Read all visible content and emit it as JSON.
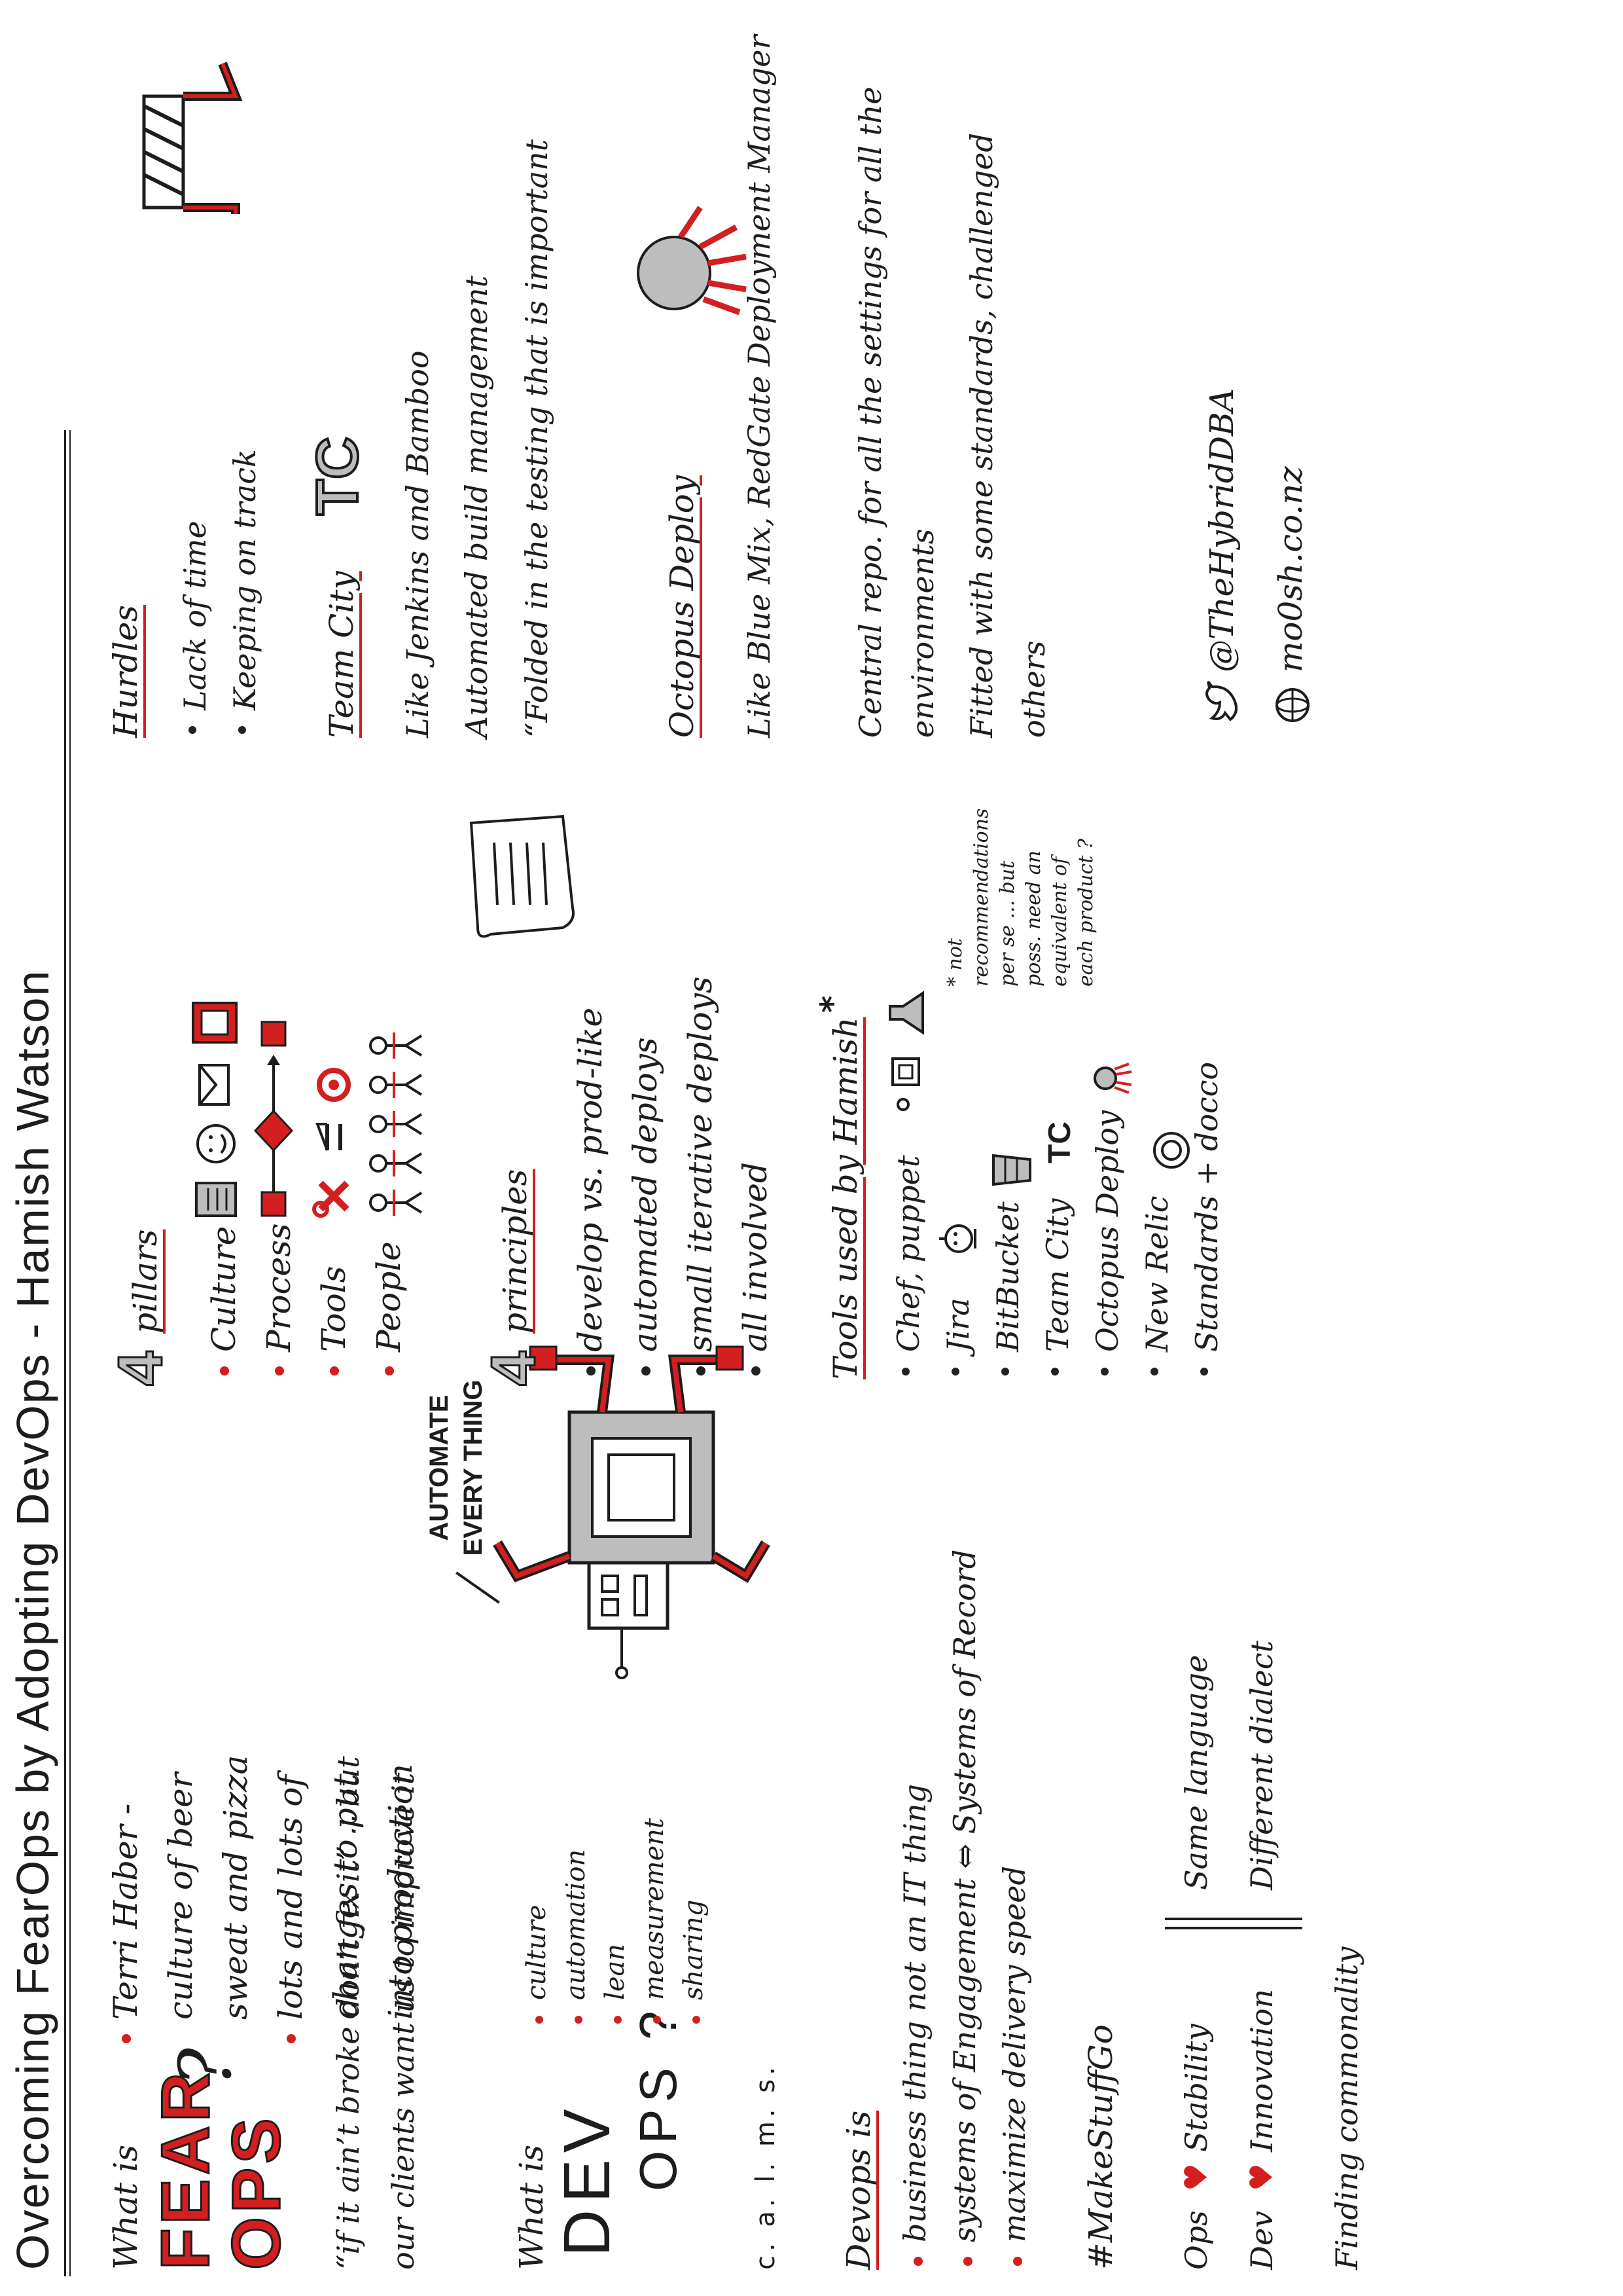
{
  "title": {
    "text": "Overcoming FearOps by Adopting DevOps - Hamish Watson"
  },
  "fearops": {
    "what_is": "What is",
    "big1": "FEAR",
    "big2": "OPS",
    "qmark": "?",
    "bullets": [
      "Terri Haber - culture of beer sweat and pizza",
      "lots and lots of changes to put into production"
    ],
    "quote": "“if it ain’t broke don’t fix it” ∴ but our clients want us to improve it"
  },
  "devops_def": {
    "what_is": "What is",
    "big1": "DEV",
    "big2": "OPS ?",
    "items": [
      "culture",
      "automation",
      "lean",
      "measurement",
      "sharing"
    ],
    "acronym": "c. a. l. m. s."
  },
  "robot": {
    "caption": "AUTOMATE EVERY THING"
  },
  "devops_is": {
    "heading": "Devops is",
    "items": [
      "business thing not an IT thing",
      "systems of Engagement ⇔ Systems of Record",
      "maximize delivery speed"
    ],
    "hashtag": "#MakeStuffGo",
    "ops_label": "Ops",
    "ops_value": "Stability",
    "dev_label": "Dev",
    "dev_value": "Innovation",
    "same1": "Same language",
    "same2": "Different dialect",
    "finding": "Finding commonality"
  },
  "pillars": {
    "number": "4",
    "heading": "pillars",
    "items": [
      "Culture",
      "Process",
      "Tools",
      "People"
    ]
  },
  "principles": {
    "number": "4",
    "heading": "principles",
    "items": [
      "develop vs. prod-like",
      "automated deploys",
      "small iterative deploys",
      "all involved"
    ]
  },
  "tools": {
    "heading": "Tools used by Hamish",
    "star": "*",
    "items": [
      "Chef, puppet",
      "Jira",
      "BitBucket",
      "Team City",
      "Octopus Deploy",
      "New Relic",
      "Standards + docco"
    ],
    "note": "* not recommendations per se ... but poss. need an equivalent of each product ?"
  },
  "hurdles": {
    "heading": "Hurdles",
    "items": [
      "Lack of time",
      "Keeping on track"
    ]
  },
  "teamcity": {
    "heading": "Team City",
    "logo": "TC",
    "lines": [
      "Like Jenkins and Bamboo",
      "Automated build management",
      "“Folded in the testing that is important"
    ]
  },
  "octopus": {
    "heading": "Octopus Deploy",
    "lines": [
      "Like Blue Mix, RedGate Deployment Manager",
      "Central repo. for all the settings for all the environments",
      "Fitted with some standards, challenged others"
    ]
  },
  "credits": {
    "twitter": "@TheHybridDBA",
    "web": "mo0sh.co.nz"
  },
  "colors": {
    "accent": "#d31f1f",
    "ink": "#1d1d1d",
    "shade": "#bdbdbd"
  }
}
